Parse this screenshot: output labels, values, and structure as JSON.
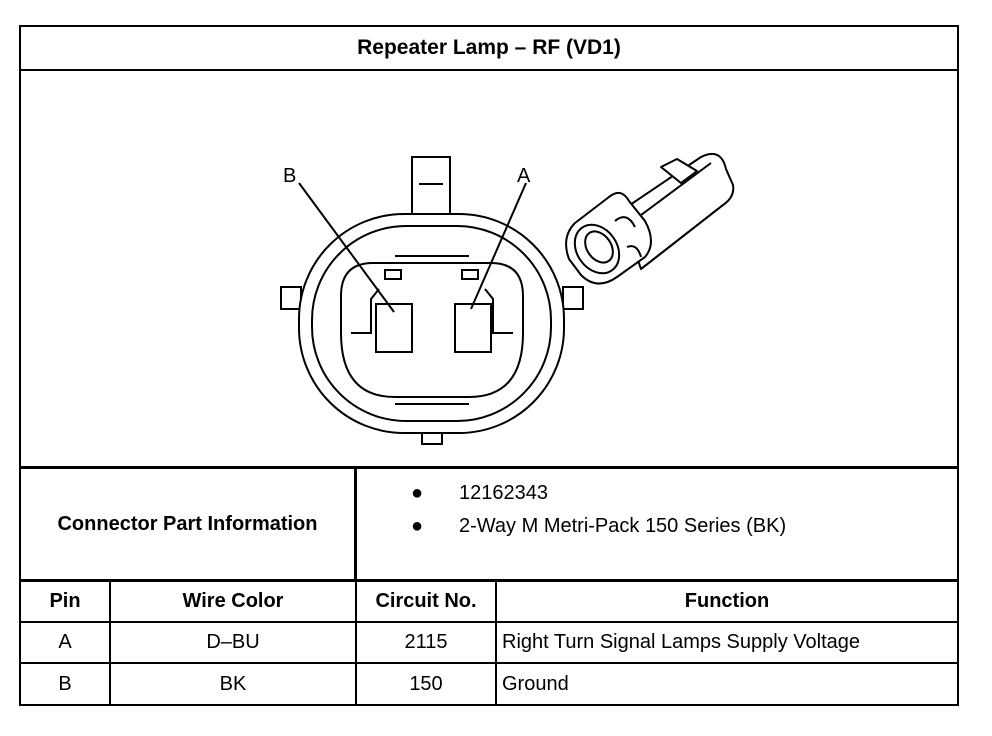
{
  "title": "Repeater Lamp – RF (VD1)",
  "diagram": {
    "pin_label_b": "B",
    "pin_label_a": "A"
  },
  "connector_info": {
    "label": "Connector Part Information",
    "items": [
      "12162343",
      "2-Way M Metri-Pack 150 Series (BK)"
    ],
    "bullet": "●"
  },
  "table": {
    "headers": {
      "pin": "Pin",
      "wire_color": "Wire Color",
      "circuit": "Circuit No.",
      "function": "Function"
    },
    "rows": [
      {
        "pin": "A",
        "wire_color": "D–BU",
        "circuit": "2115",
        "function": "Right Turn Signal Lamps Supply Voltage"
      },
      {
        "pin": "B",
        "wire_color": "BK",
        "circuit": "150",
        "function": "Ground"
      }
    ]
  }
}
